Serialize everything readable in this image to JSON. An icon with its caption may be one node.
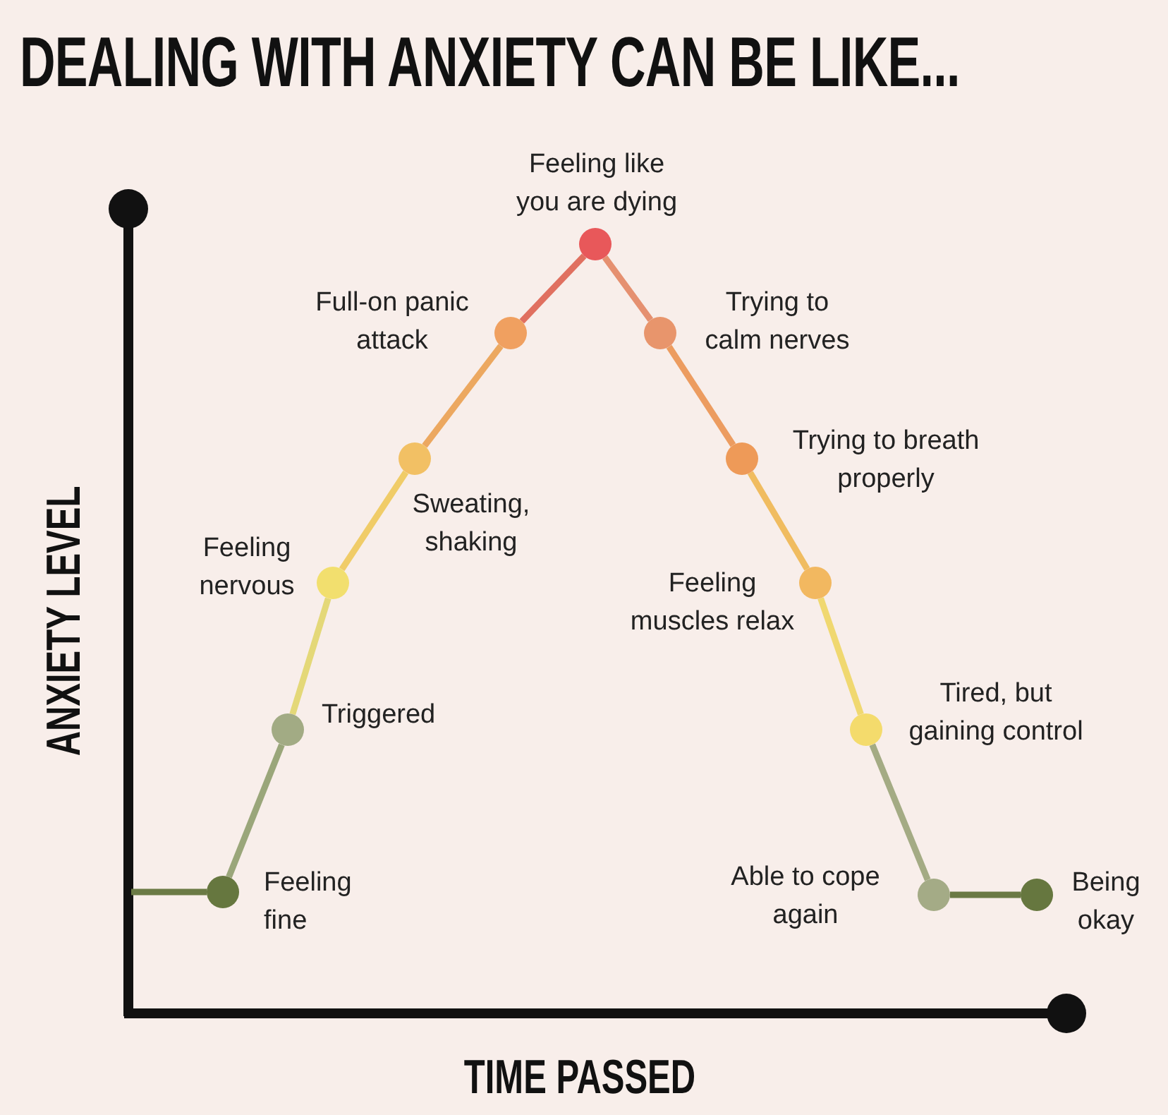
{
  "diagram": {
    "title": "DEALING WITH ANXIETY CAN BE LIKE...",
    "nodes": [
      {
        "text": [],
        "shape": "circle",
        "beside": [
          "Feeling fine"
        ]
      },
      {
        "text": [],
        "shape": "circle",
        "beside": [
          "Triggered"
        ]
      },
      {
        "text": [],
        "shape": "circle",
        "beside": [
          "Feeling nervous"
        ]
      },
      {
        "text": [],
        "shape": "circle",
        "beside": [
          "Sweating, shaking"
        ]
      },
      {
        "text": [],
        "shape": "circle",
        "beside": [
          "Full-on panic attack"
        ]
      },
      {
        "text": [],
        "shape": "circle",
        "beside": [
          "Feeling like you are dying"
        ]
      },
      {
        "text": [],
        "shape": "circle",
        "beside": [
          "Trying to calm nerves"
        ]
      },
      {
        "text": [],
        "shape": "circle",
        "beside": [
          "Trying to breath properly"
        ]
      },
      {
        "text": [],
        "shape": "circle",
        "beside": [
          "Feeling muscles relax"
        ]
      },
      {
        "text": [],
        "shape": "circle",
        "beside": [
          "Tired, but gaining control"
        ]
      },
      {
        "text": [],
        "shape": "circle",
        "beside": [
          "Able to cope again"
        ]
      },
      {
        "text": [],
        "shape": "circle",
        "beside": [
          "Being okay"
        ]
      }
    ],
    "edges": [
      {
        "from": null,
        "to": 0,
        "arrow": "none",
        "color": "#6b7a45"
      },
      {
        "from": 0,
        "to": 1,
        "arrow": "none",
        "color": "#9aa67a"
      },
      {
        "from": 1,
        "to": 2,
        "arrow": "none",
        "color": "#e4d878"
      },
      {
        "from": 2,
        "to": 3,
        "arrow": "none",
        "color": "#f0cc68"
      },
      {
        "from": 3,
        "to": 4,
        "arrow": "none",
        "color": "#eca860"
      },
      {
        "from": 4,
        "to": 5,
        "arrow": "none",
        "color": "#e07060"
      },
      {
        "from": 5,
        "to": 6,
        "arrow": "none",
        "color": "#e59070"
      },
      {
        "from": 6,
        "to": 7,
        "arrow": "none",
        "color": "#ec9c60"
      },
      {
        "from": 7,
        "to": 8,
        "arrow": "none",
        "color": "#f0bc60"
      },
      {
        "from": 8,
        "to": 9,
        "arrow": "none",
        "color": "#f0d870"
      },
      {
        "from": 9,
        "to": 10,
        "arrow": "none",
        "color": "#a4ab84"
      },
      {
        "from": 10,
        "to": 11,
        "arrow": "none",
        "color": "#6b7a45"
      }
    ],
    "labels": [
      "ANXIETY LEVEL",
      "TIME PASSED"
    ]
  }
}
